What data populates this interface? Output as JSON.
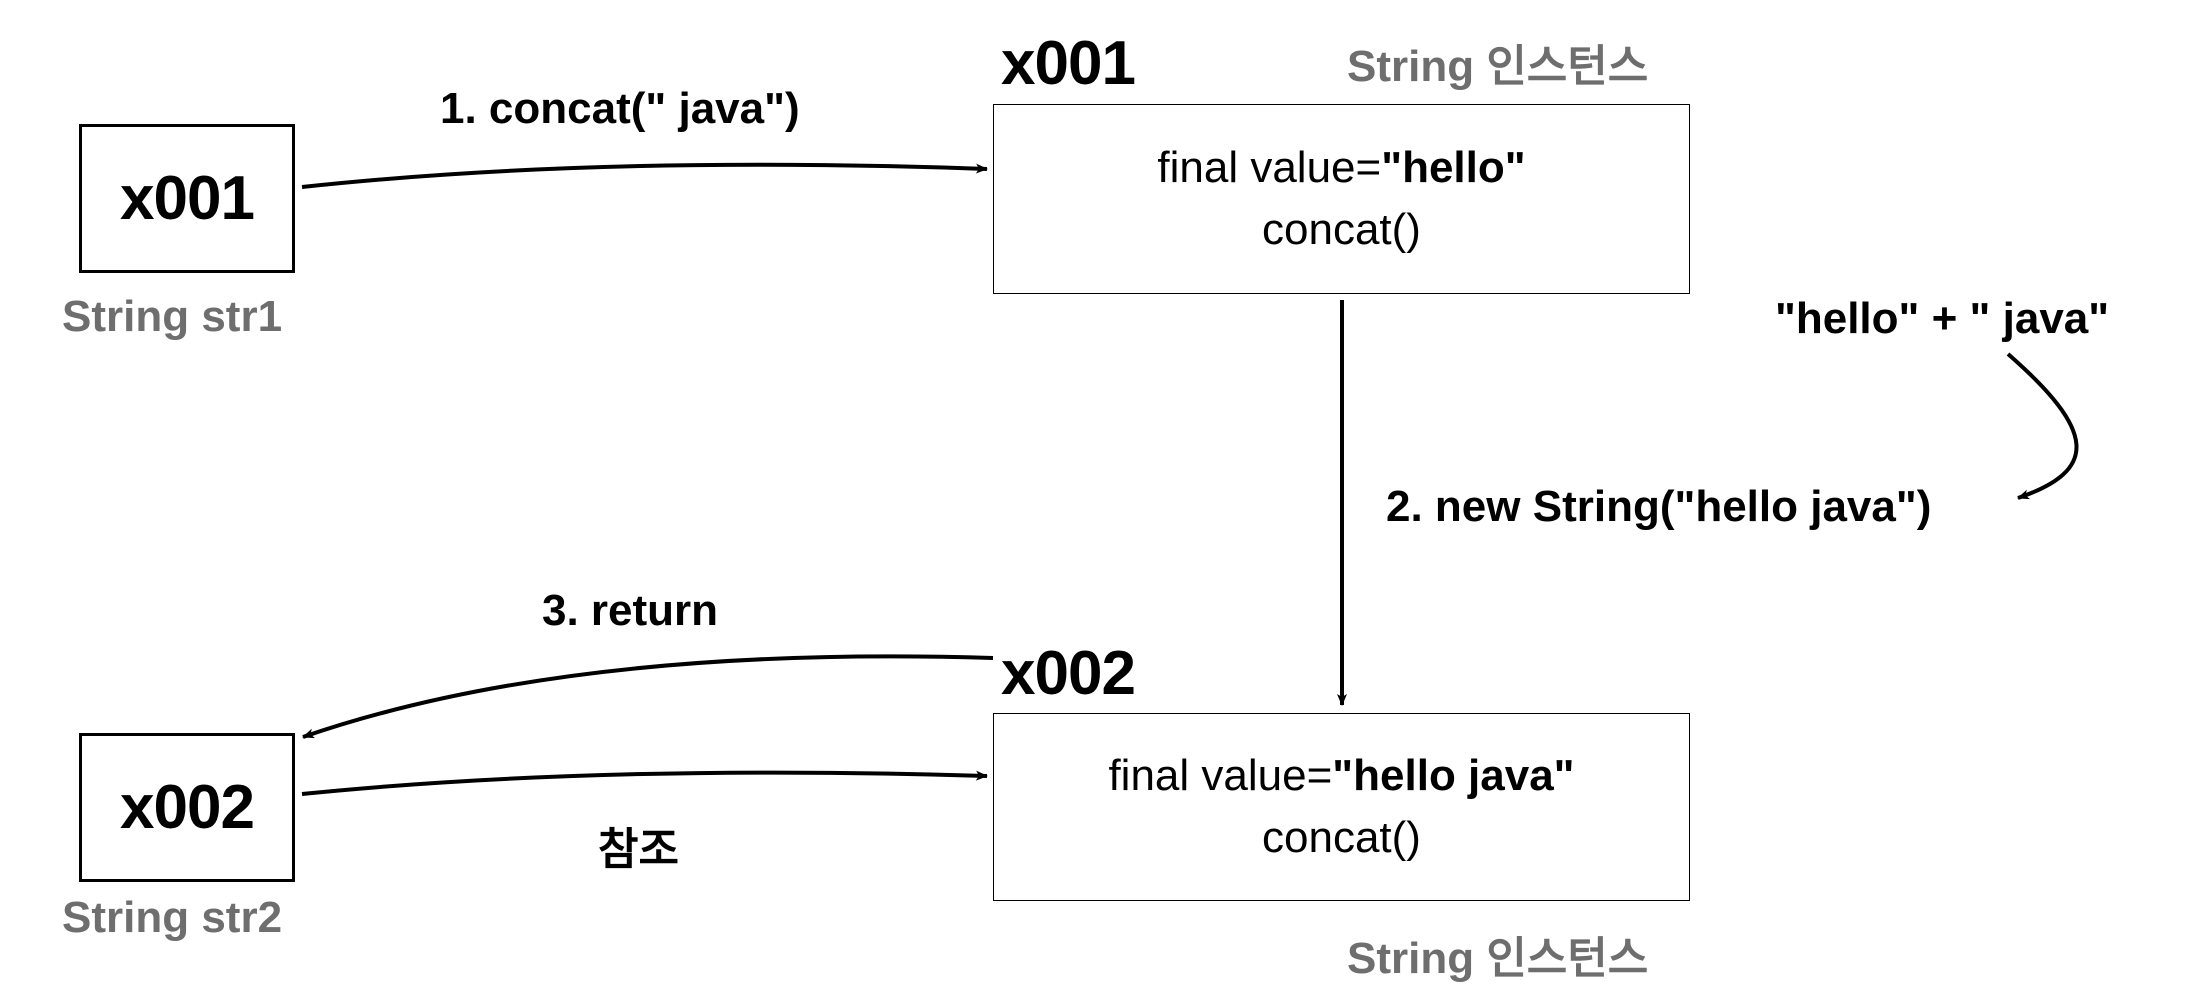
{
  "refs": {
    "str1": {
      "address": "x001",
      "var_label": "String str1"
    },
    "str2": {
      "address": "x002",
      "var_label": "String str2"
    }
  },
  "instances": {
    "first": {
      "address": "x001",
      "type_label": "String 인스턴스",
      "value_prefix": "final value=",
      "value": "\"hello\"",
      "method": "concat()"
    },
    "second": {
      "address": "x002",
      "type_label": "String 인스턴스",
      "value_prefix": "final value=",
      "value": "\"hello java\"",
      "method": "concat()"
    }
  },
  "edges": {
    "step1": "1. concat(\" java\")",
    "step2": "2. new String(\"hello java\")",
    "step3": "3. return",
    "reference": "참조",
    "concat_expr": "\"hello\" + \" java\""
  },
  "colors": {
    "stroke": "#000000",
    "muted_label": "#6e6e6e"
  }
}
